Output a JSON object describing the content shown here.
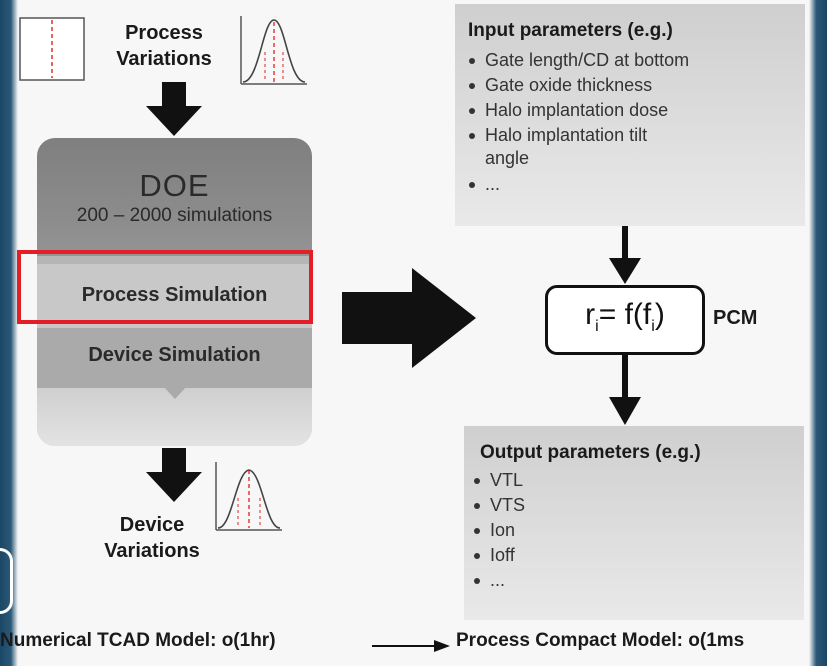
{
  "top_left": {
    "title_line1": "Process",
    "title_line2": "Variations"
  },
  "doe": {
    "title": "DOE",
    "subtitle": "200 – 2000 simulations",
    "process_simulation": "Process Simulation",
    "device_simulation": "Device Simulation"
  },
  "bottom_left": {
    "title_line1": "Device",
    "title_line2": "Variations"
  },
  "input": {
    "heading": "Input parameters (e.g.)",
    "items": [
      "Gate length/CD at bottom",
      "Gate oxide thickness",
      "Halo implantation dose",
      "Halo implantation tilt"
    ],
    "item_continued": "angle",
    "more": "..."
  },
  "formula": {
    "r": "r",
    "sub_i": "i",
    "eq": "= f(f",
    "sub_i2": "i",
    "close": ")",
    "label": "PCM"
  },
  "output": {
    "heading": "Output parameters (e.g.)",
    "items": [
      "VTL",
      "VTS",
      "Ion",
      "Ioff"
    ],
    "more": "..."
  },
  "footer": {
    "left": "Numerical TCAD Model: o(1hr)",
    "right": "Process Compact Model: o(1ms"
  },
  "colors": {
    "highlight": "#e41e26",
    "arrows": "#111111",
    "curve_dashed": "#e02020"
  }
}
